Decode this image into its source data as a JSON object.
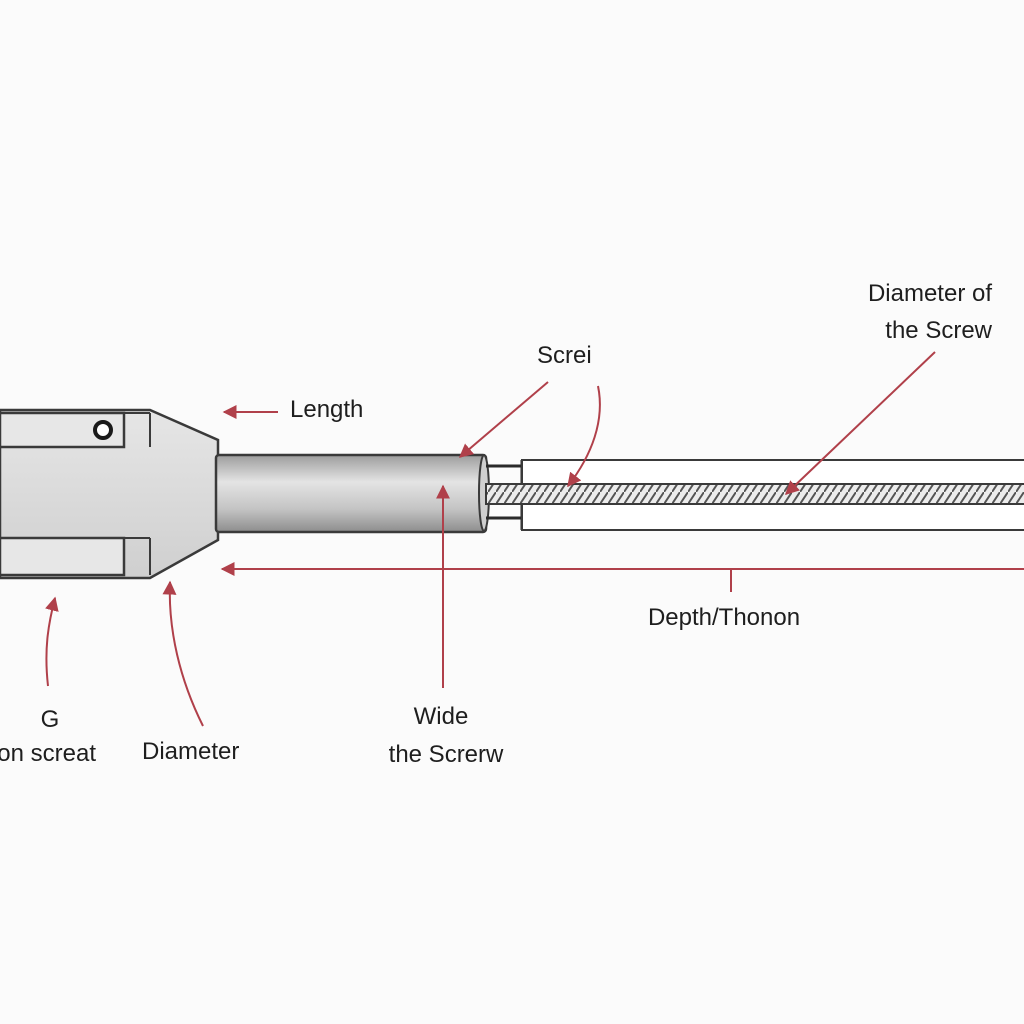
{
  "labels": {
    "length": "Length",
    "screw_top": "Screi",
    "diameter_of_screw_line1": "Diameter of",
    "diameter_of_screw_line2": "the Screw",
    "depth": "Depth/Thonon",
    "g_line1": "G",
    "g_line2": "on screat",
    "diameter": "Diameter",
    "wide_line1": "Wide",
    "wide_line2": "the Screrw"
  },
  "colors": {
    "annotation": "#b0404a",
    "outline": "#3a3a3a",
    "body_fill": "#d9d9d9",
    "shaft_fill": "#bfbfbf",
    "text": "#1e1e1e",
    "background": "#fbfbfb"
  }
}
